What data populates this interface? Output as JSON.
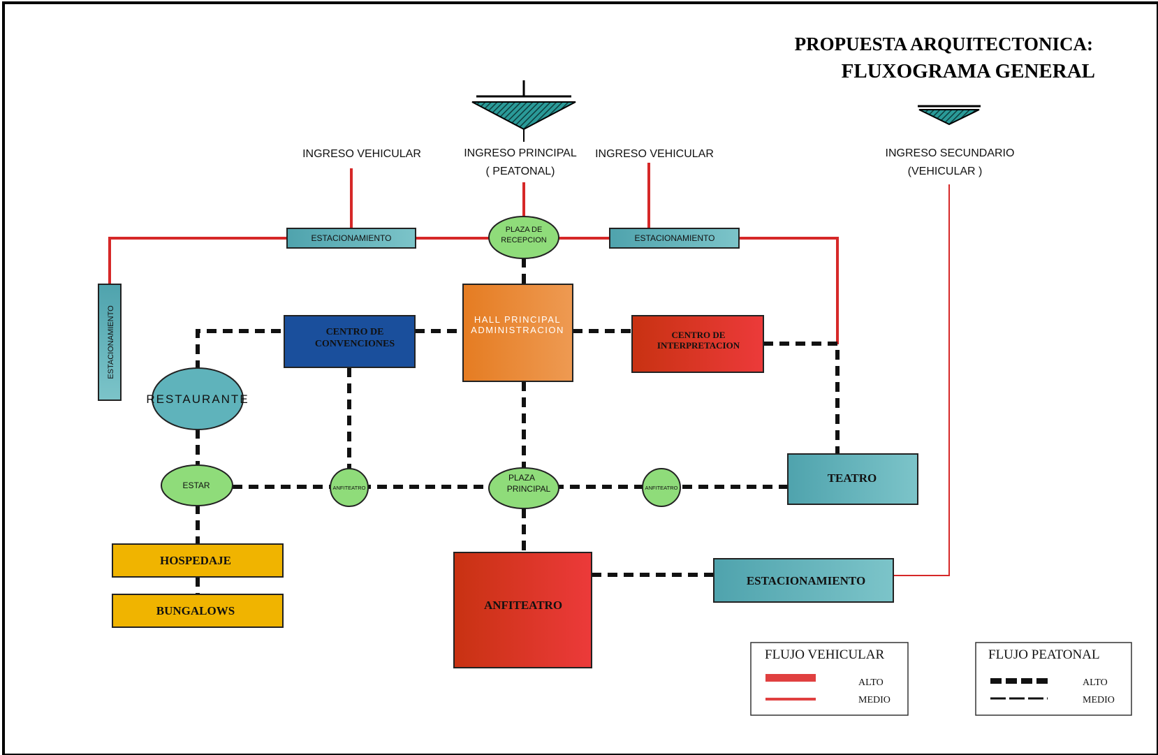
{
  "title": {
    "line1": "PROPUESTA ARQUITECTONICA:",
    "line2": "FLUXOGRAMA GENERAL"
  },
  "entrances": {
    "vehicular_left": "INGRESO  VEHICULAR",
    "principal_1": "INGRESO PRINCIPAL",
    "principal_2": "( PEATONAL)",
    "vehicular_right": "INGRESO  VEHICULAR",
    "secundario_1": "INGRESO SECUNDARIO",
    "secundario_2": "(VEHICULAR )"
  },
  "nodes": {
    "estacionamiento_left": "ESTACIONAMIENTO",
    "estacionamiento_top_left": "ESTACIONAMIENTO",
    "estacionamiento_top_right": "ESTACIONAMIENTO",
    "plaza_recepcion_1": "PLAZA DE",
    "plaza_recepcion_2": "RECEPCION",
    "hall_1": "HALL PRINCIPAL",
    "hall_2": "ADMINISTRACION",
    "centro_convenciones_1": "CENTRO  DE",
    "centro_convenciones_2": "CONVENCIONES",
    "centro_interpretacion_1": "CENTRO DE",
    "centro_interpretacion_2": "INTERPRETACION",
    "restaurante": "RESTAURANTE",
    "estar": "ESTAR",
    "anfiteatro_small_left": "ANFITEATRO",
    "plaza_principal_1": "PLAZA",
    "plaza_principal_2": "PRINCIPAL",
    "anfiteatro_small_right": "ANFITEATRO",
    "teatro": "TEATRO",
    "hospedaje": "HOSPEDAJE",
    "bungalows": "BUNGALOWS",
    "anfiteatro_big": "ANFITEATRO",
    "estacionamiento_bottom": "ESTACIONAMIENTO"
  },
  "legend": {
    "vehicular_title": "FLUJO VEHICULAR",
    "peatonal_title": "FLUJO PEATONAL",
    "alto": "ALTO",
    "medio": "MEDIO"
  },
  "colors": {
    "vehicular": "#d62828",
    "peatonal": "#111111",
    "teal": "#5fb3bb",
    "green": "#8fdc7a",
    "blue": "#1a4f9c",
    "orange": "#e98a3a",
    "red": "#d8302a",
    "yellow": "#f0b400"
  }
}
